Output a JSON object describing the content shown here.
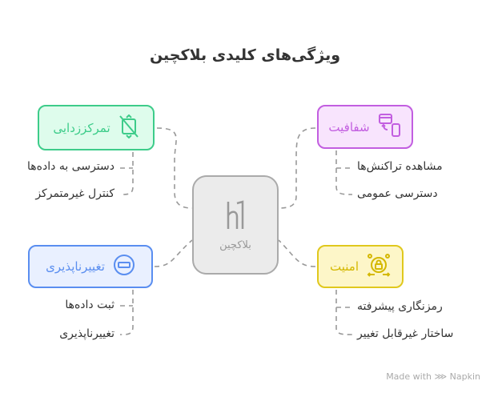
{
  "title": "ویژگی‌های کلیدی بلاکچین",
  "center": {
    "label": "بلاکچین",
    "icon": "h1-icon"
  },
  "nodes": {
    "decentralization": {
      "label": "تمرکززدایی",
      "icon": "no-mobile-icon",
      "color": "#3dcc8a",
      "items": [
        "دسترسی به داده‌ها",
        "کنترل غیرمتمرکز"
      ]
    },
    "transparency": {
      "label": "شفافیت",
      "icon": "card-transfer-icon",
      "color": "#c25ee0",
      "items": [
        "مشاهده تراکنش‌ها",
        "دسترسی عمومی"
      ]
    },
    "immutability": {
      "label": "تغییرناپذیری",
      "icon": "minus-circle-icon",
      "color": "#5a8ef0",
      "items": [
        "ثبت داده‌ها",
        "تغییرناپذیری"
      ]
    },
    "security": {
      "label": "امنیت",
      "icon": "lock-network-icon",
      "color": "#e0c81d",
      "items": [
        "رمزنگاری پیشرفته",
        "ساختار غیرقابل تغییر"
      ]
    }
  },
  "footer": "Made with ⋙ Napkin"
}
